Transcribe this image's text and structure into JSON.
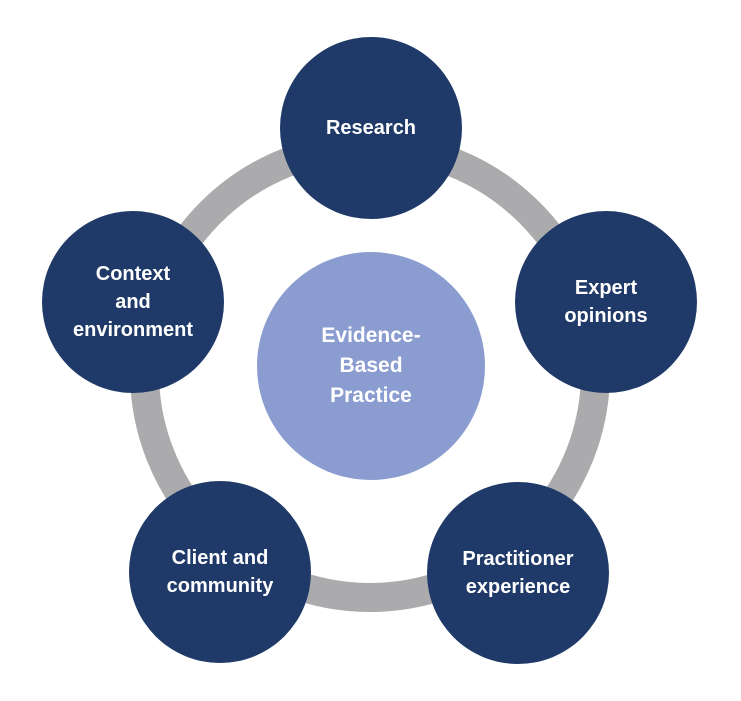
{
  "diagram": {
    "title": "Evidence-Based Practice",
    "center": {
      "id": "evidence-based-practice",
      "label": "Evidence-\nBased\nPractice"
    },
    "nodes": [
      {
        "id": "research",
        "position": "top",
        "label": "Research"
      },
      {
        "id": "expert-opinions",
        "position": "right",
        "label": "Expert\nopinions"
      },
      {
        "id": "practitioner-experience",
        "position": "bottom-right",
        "label": "Practitioner\nexperience"
      },
      {
        "id": "client-and-community",
        "position": "bottom-left",
        "label": "Client and\ncommunity"
      },
      {
        "id": "context-and-environment",
        "position": "left",
        "label": "Context\nand\nenvironment"
      }
    ],
    "colors": {
      "node_fill": "#1f3a68",
      "center_fill": "#8b9dd0",
      "ring": "#ababad",
      "text": "#ffffff",
      "background": "#ffffff"
    }
  }
}
